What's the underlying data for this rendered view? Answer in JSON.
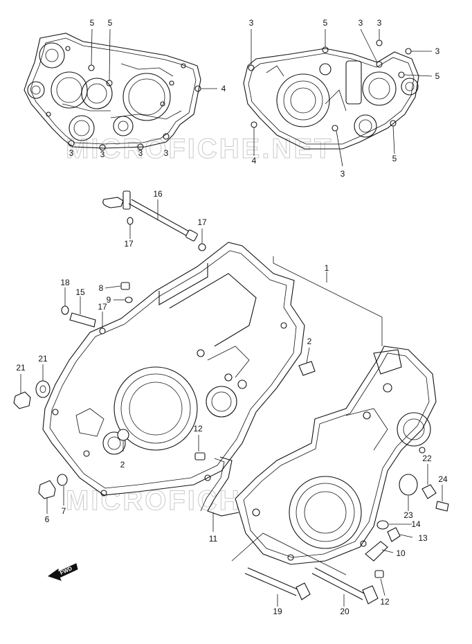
{
  "watermark_text": "MICROFICHE.NET",
  "fwd_label": "FWD",
  "labels": {
    "top_left": [
      "5",
      "5",
      "4",
      "3",
      "3",
      "3",
      "3"
    ],
    "top_right": [
      "3",
      "5",
      "3",
      "3",
      "3",
      "5",
      "4",
      "3",
      "5"
    ],
    "main": {
      "p1": "1",
      "p2a": "2",
      "p2b": "2",
      "p6": "6",
      "p7": "7",
      "p8": "8",
      "p9": "9",
      "p10": "10",
      "p11": "11",
      "p12a": "12",
      "p12b": "12",
      "p13": "13",
      "p14": "14",
      "p15": "15",
      "p16": "16",
      "p17a": "17",
      "p17b": "17",
      "p17c": "17",
      "p18": "18",
      "p19": "19",
      "p20": "20",
      "p21a": "21",
      "p21b": "21",
      "p22": "22",
      "p23": "23",
      "p24": "24"
    }
  }
}
